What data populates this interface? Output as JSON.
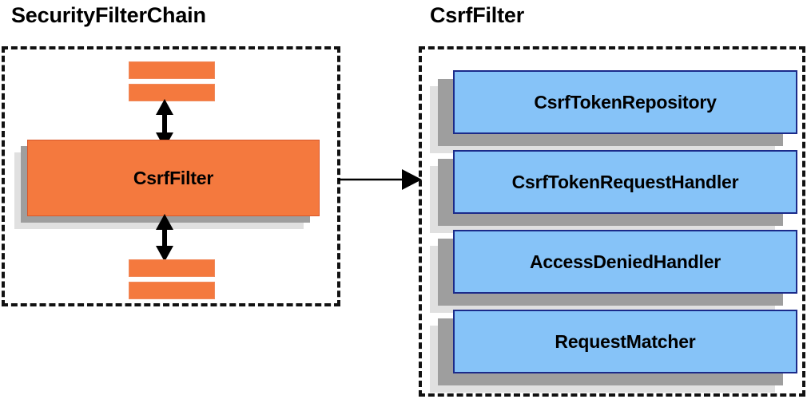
{
  "diagram": {
    "title_left": "SecurityFilterChain",
    "title_right": "CsrfFilter",
    "colors": {
      "orange_fill": "#f4793e",
      "orange_border": "#d9572a",
      "blue_fill": "#86c3f8",
      "blue_border": "#1b2a8a",
      "shadow_dark": "#9e9e9e",
      "shadow_light": "#e0e0e0",
      "panel_border": "#111111",
      "text": "#000000"
    },
    "left_panel": {
      "title": "SecurityFilterChain",
      "main_box_label": "CsrfFilter",
      "stubs_top": [
        "",
        ""
      ],
      "stubs_bottom": [
        "",
        ""
      ],
      "arrows": [
        {
          "name": "top-bidirectional",
          "direction": "both"
        },
        {
          "name": "bottom-bidirectional",
          "direction": "both"
        }
      ]
    },
    "connector": {
      "name": "securityfilterchain-to-csrffilter",
      "direction": "right",
      "label": ""
    },
    "right_panel": {
      "title": "CsrfFilter",
      "components": [
        {
          "label": "CsrfTokenRepository"
        },
        {
          "label": "CsrfTokenRequestHandler"
        },
        {
          "label": "AccessDeniedHandler"
        },
        {
          "label": "RequestMatcher"
        }
      ]
    }
  }
}
